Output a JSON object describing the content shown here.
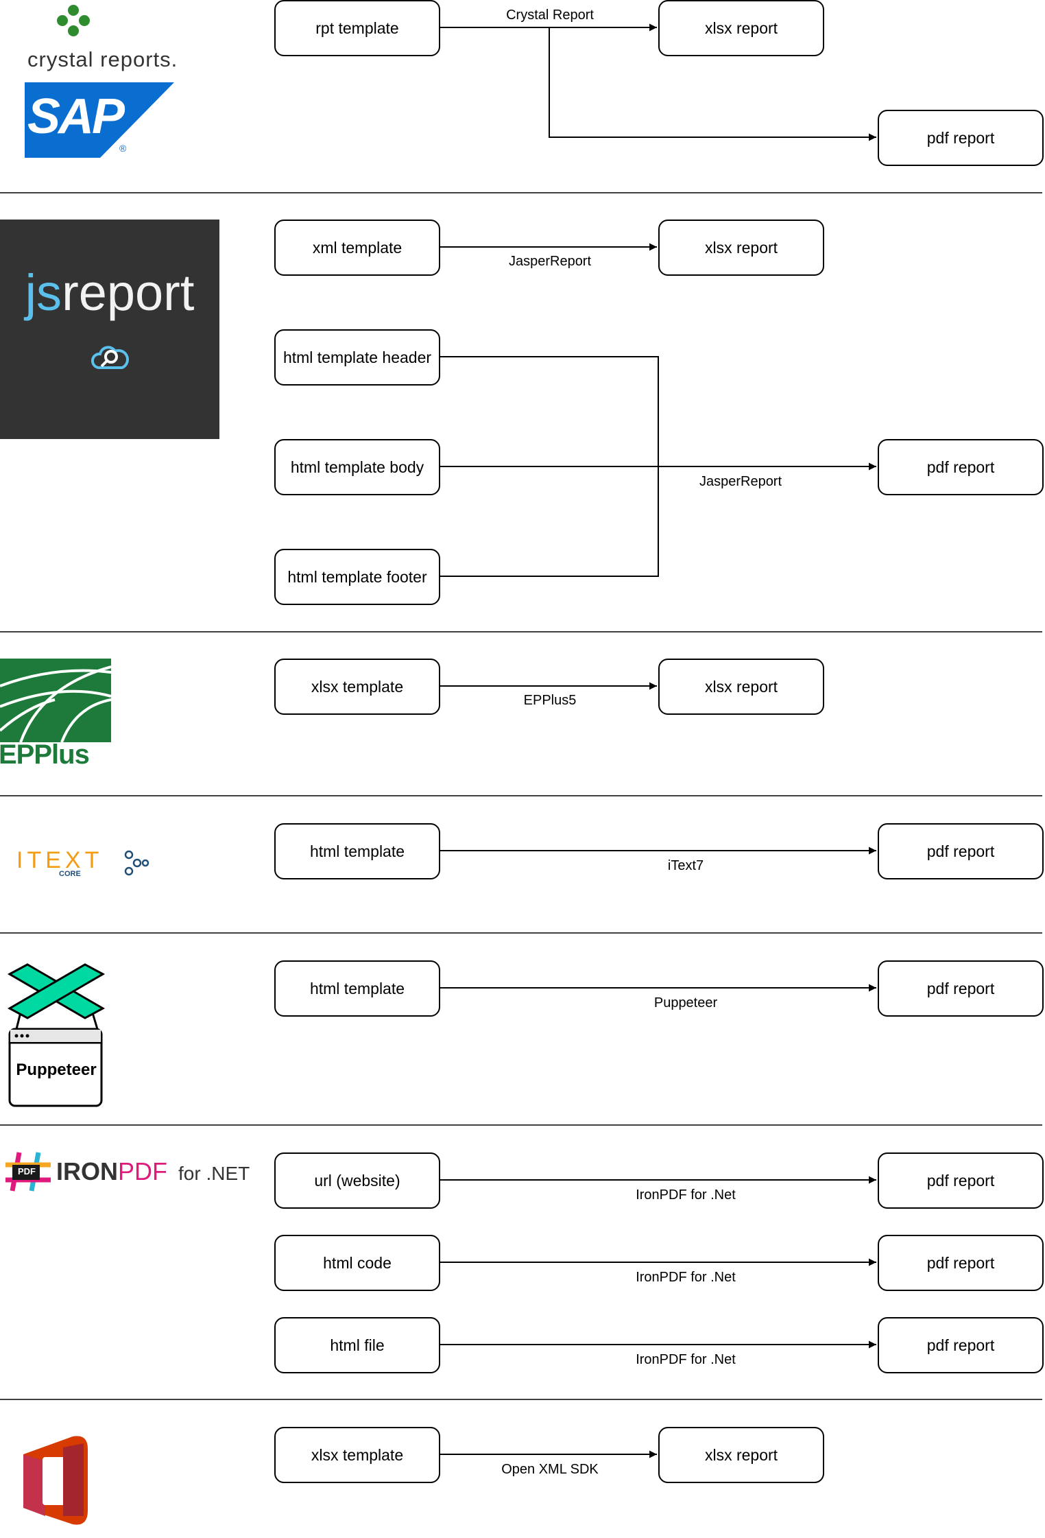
{
  "logos": {
    "crystal": {
      "wordmark": "crystal reports.",
      "color": "#2e8b2e",
      "text_color": "#333333"
    },
    "sap": {
      "wordmark": "SAP",
      "registered": "®",
      "color": "#0a6ed1"
    },
    "jsreport": {
      "wordmark_js": "js",
      "wordmark_rest": "report",
      "bg": "#333333",
      "accent": "#5bc0eb"
    },
    "epplus": {
      "wordmark": "EPPlus",
      "color": "#1e7a3a"
    },
    "itext": {
      "wordmark": "ITEXT",
      "sub": "CORE",
      "color": "#f39c12",
      "accent": "#1f4e79"
    },
    "puppeteer": {
      "wordmark": "Puppeteer",
      "color": "#00d8a2"
    },
    "ironpdf": {
      "badge": "PDF",
      "wordmark": "IRON",
      "wordmark_pdf": "PDF",
      "suffix": "for .NET",
      "color": "#e0197d"
    },
    "office": {
      "color": "#d83b01"
    }
  },
  "sections": [
    {
      "id": "crystal",
      "boxes": [
        "rpt template",
        "xlsx report",
        "pdf report"
      ],
      "edge_label": "Crystal Report"
    },
    {
      "id": "jasper",
      "boxes": [
        "xml template",
        "xlsx report",
        "html template header",
        "html template body",
        "html template footer",
        "pdf report"
      ],
      "edge_labels": [
        "JasperReport",
        "JasperReport"
      ]
    },
    {
      "id": "epplus",
      "boxes": [
        "xlsx template",
        "xlsx report"
      ],
      "edge_label": "EPPlus5"
    },
    {
      "id": "itext",
      "boxes": [
        "html template",
        "pdf report"
      ],
      "edge_label": "iText7"
    },
    {
      "id": "puppeteer",
      "boxes": [
        "html template",
        "pdf report"
      ],
      "edge_label": "Puppeteer"
    },
    {
      "id": "ironpdf",
      "boxes": [
        "url (website)",
        "pdf report",
        "html code",
        "pdf report",
        "html file",
        "pdf report"
      ],
      "edge_labels": [
        "IronPDF for .Net",
        "IronPDF for .Net",
        "IronPDF for .Net"
      ]
    },
    {
      "id": "openxml",
      "boxes": [
        "xlsx template",
        "xlsx report"
      ],
      "edge_label": "Open XML SDK"
    }
  ]
}
